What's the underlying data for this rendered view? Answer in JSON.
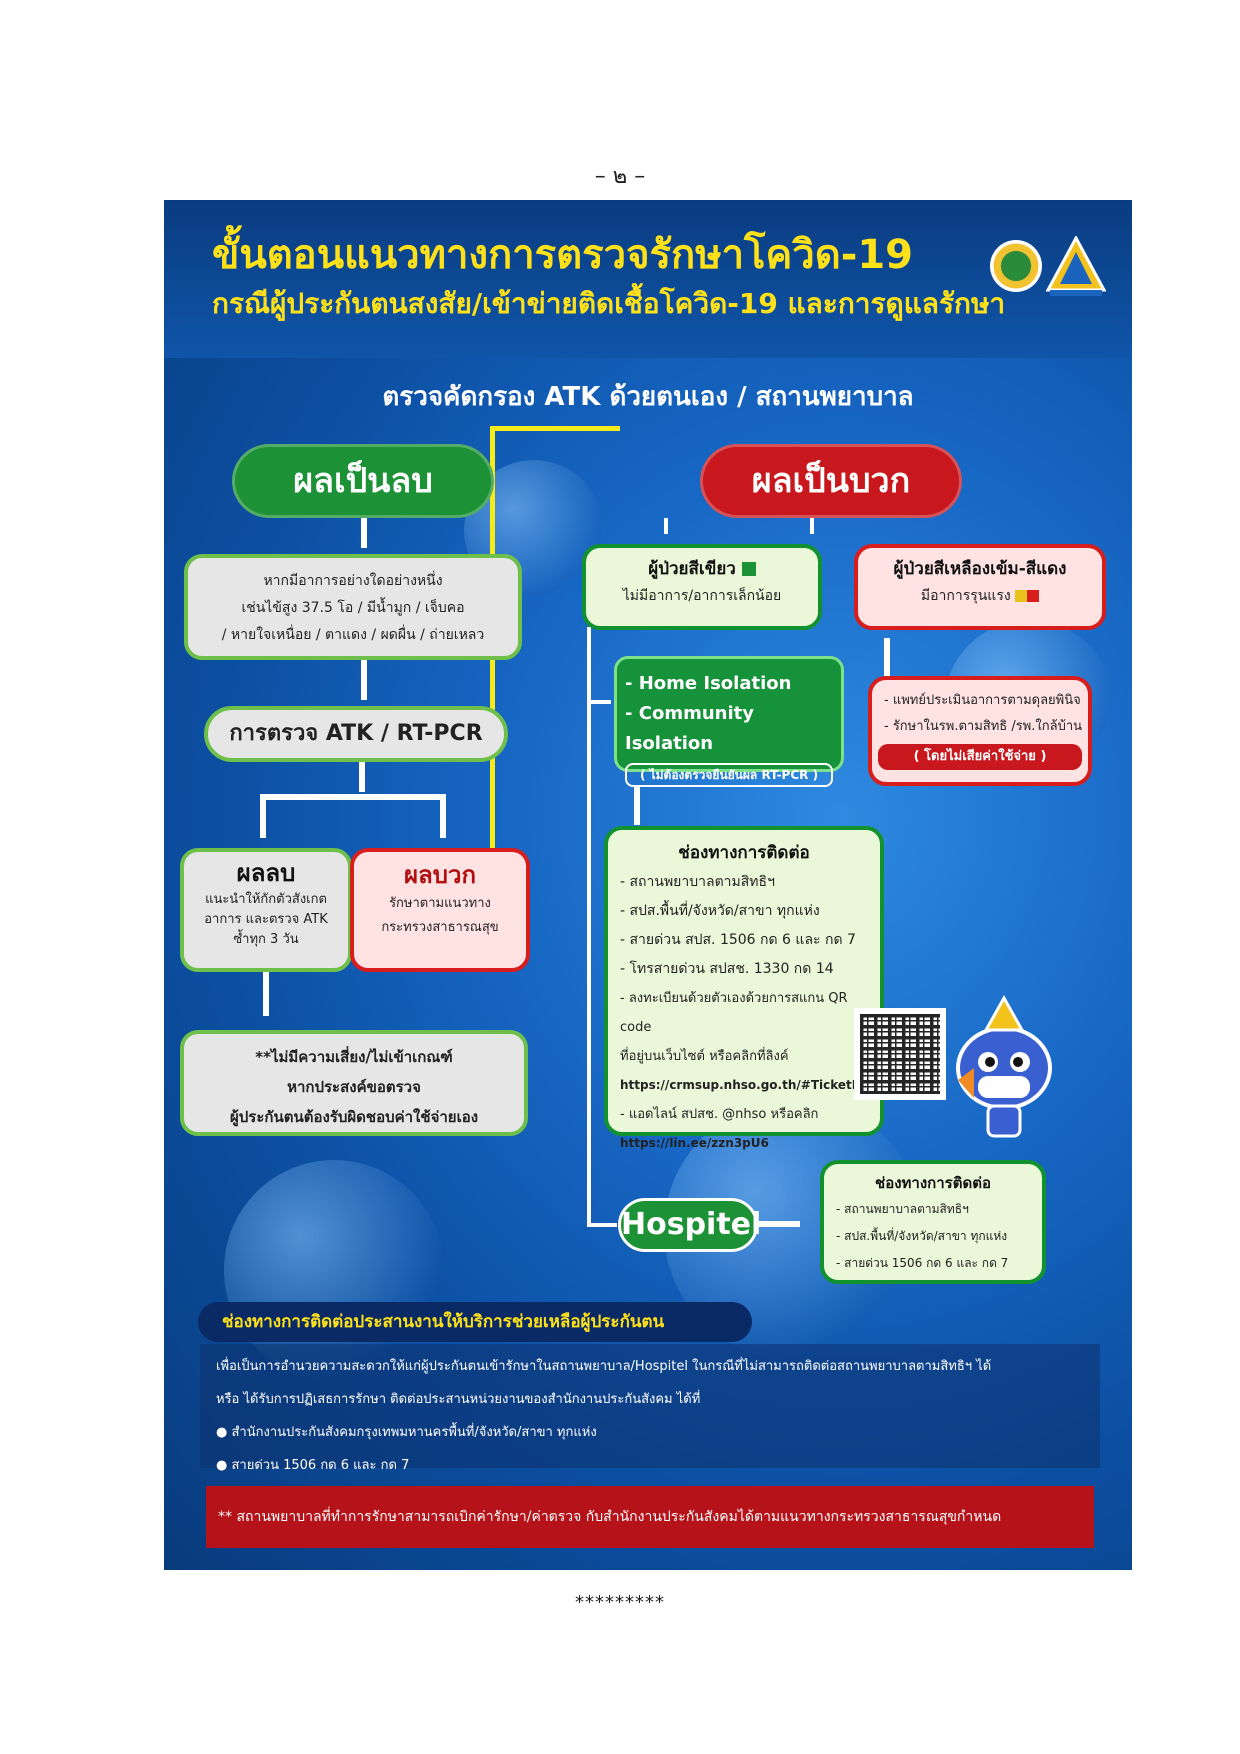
{
  "page_number": "– ๒ –",
  "footer_stars": "*********",
  "poster": {
    "title": "ขั้นตอนแนวทางการตรวจรักษาโควิด-19",
    "subtitle": "กรณีผู้ประกันตนสงสัย/เข้าข่ายติดเชื้อโควิด-19 และการดูแลรักษา",
    "screening": "ตรวจคัดกรอง ATK ด้วยตนเอง / สถานพยาบาล",
    "negative_pill": "ผลเป็นลบ",
    "positive_pill": "ผลเป็นบวก",
    "symptom_lines": [
      "หากมีอาการอย่างใดอย่างหนึ่ง",
      "เช่นไข้สูง 37.5 โอ / มีน้ำมูก / เจ็บคอ",
      "/ หายใจเหนื่อย / ตาแดง / ผดผื่น / ถ่ายเหลว"
    ],
    "test_label": "การตรวจ ATK / RT-PCR",
    "neg_result": {
      "title": "ผลลบ",
      "lines": [
        "แนะนำให้กักตัวสังเกต",
        "อาการ และตรวจ ATK",
        "ซ้ำทุก 3 วัน"
      ]
    },
    "pos_result": {
      "title": "ผลบวก",
      "lines": [
        "รักษาตามแนวทาง",
        "กระทรวงสาธารณสุข"
      ]
    },
    "no_risk_lines": [
      "**ไม่มีความเสี่ยง/ไม่เข้าเกณฑ์",
      "หากประสงค์ขอตรวจ",
      "ผู้ประกันตนต้องรับผิดชอบค่าใช้จ่ายเอง"
    ],
    "green_patient": {
      "title": "ผู้ป่วยสีเขียว",
      "desc": "ไม่มีอาการ/อาการเล็กน้อย"
    },
    "yellow_patient": {
      "title": "ผู้ป่วยสีเหลืองเข้ม-สีแดง",
      "desc": "มีอาการรุนแรง"
    },
    "isolation": {
      "line1": "- Home Isolation",
      "line2": "- Community Isolation",
      "note": "( ไม่ต้องตรวจยืนยันผล RT-PCR )"
    },
    "severe_care": {
      "lines": [
        "- แพทย์ประเมินอาการตามดุลยพินิจ",
        "- รักษาในรพ.ตามสิทธิ /รพ.ใกล้บ้าน"
      ],
      "note": "( โดยไม่เสียค่าใช้จ่าย )"
    },
    "contact1": {
      "title": "ช่องทางการติดต่อ",
      "items": [
        "- สถานพยาบาลตามสิทธิฯ",
        "- สปส.พื้นที่/จังหวัด/สาขา ทุกแห่ง",
        "- สายด่วน สปส. 1506 กด 6 และ กด 7",
        "- โทรสายด่วน สปสช. 1330 กด 14",
        "- ลงทะเบียนด้วยตัวเองด้วยการสแกน QR code",
        "ที่อยู่บนเว็บไซต์ หรือคลิกที่ลิงค์",
        "https://crmsup.nhso.go.th/#TicketHI",
        "- แอดไลน์ สปสช. @nhso หรือคลิก",
        "https://lin.ee/zzn3pU6"
      ]
    },
    "hospitel": "Hospitel",
    "contact2": {
      "title": "ช่องทางการติดต่อ",
      "items": [
        "- สถานพยาบาลตามสิทธิฯ",
        "- สปส.พื้นที่/จังหวัด/สาขา ทุกแห่ง",
        "- สายด่วน 1506 กด 6 และ กด 7"
      ]
    },
    "assist": {
      "title": "ช่องทางการติดต่อประสานงานให้บริการช่วยเหลือผู้ประกันตน",
      "lines": [
        "เพื่อเป็นการอำนวยความสะดวกให้แก่ผู้ประกันตนเข้ารักษาในสถานพยาบาล/Hospitel ในกรณีที่ไม่สามารถติดต่อสถานพยาบาลตามสิทธิฯ ได้",
        "หรือ ได้รับการปฏิเสธการรักษา ติดต่อประสานหน่วยงานของสำนักงานประกันสังคม ได้ที่"
      ],
      "bullets": [
        "สำนักงานประกันสังคมกรุงเทพมหานครพื้นที่/จังหวัด/สาขา ทุกแห่ง",
        "สายด่วน 1506 กด 6 และ กด 7"
      ]
    },
    "footer_note": "** สถานพยาบาลที่ทำการรักษาสามารถเบิกค่ารักษา/ค่าตรวจ กับสำนักงานประกันสังคมได้ตามแนวทางกระทรวงสาธารณสุขกำหนด"
  }
}
